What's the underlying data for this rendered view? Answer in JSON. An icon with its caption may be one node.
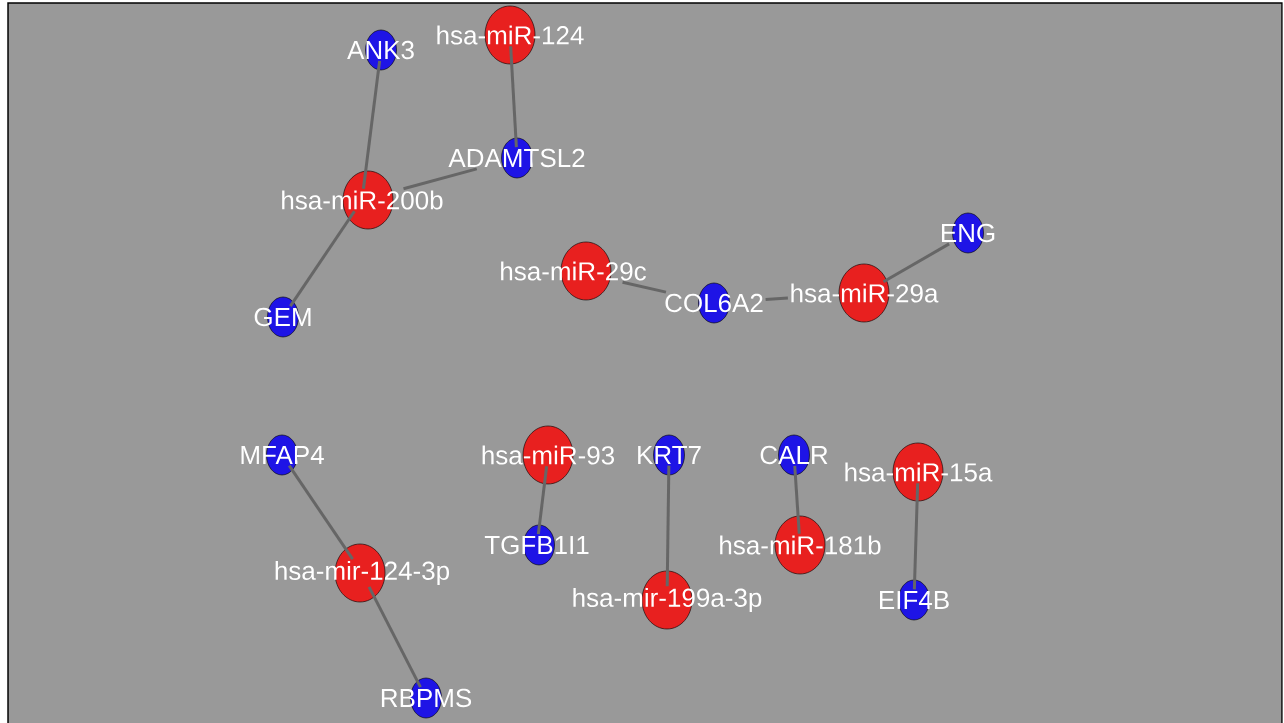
{
  "diagram": {
    "nodes": [
      {
        "text": [
          "hsa-miR-124"
        ]
      },
      {
        "text": [
          "ANK3"
        ]
      },
      {
        "text": [
          "ADAMTSL2"
        ]
      },
      {
        "text": [
          "hsa-miR-200b"
        ]
      },
      {
        "text": [
          "GEM"
        ]
      },
      {
        "text": [
          "ENG"
        ]
      },
      {
        "text": [
          "hsa-miR-29c"
        ]
      },
      {
        "text": [
          "COL6A2"
        ]
      },
      {
        "text": [
          "hsa-miR-29a"
        ]
      },
      {
        "text": [
          "MFAP4"
        ]
      },
      {
        "text": [
          "hsa-miR-93"
        ]
      },
      {
        "text": [
          "KRT7"
        ]
      },
      {
        "text": [
          "CALR"
        ]
      },
      {
        "text": [
          "hsa-miR-15a"
        ]
      },
      {
        "text": [
          "TGFB1I1"
        ]
      },
      {
        "text": [
          "hsa-miR-181b"
        ]
      },
      {
        "text": [
          "hsa-mir-124-3p"
        ]
      },
      {
        "text": [
          "hsa-mir-199a-3p"
        ]
      },
      {
        "text": [
          "EIF4B"
        ]
      },
      {
        "text": [
          "RBPMS"
        ]
      }
    ],
    "edges": [
      {
        "from": 0,
        "to": 2,
        "arrow": "none"
      },
      {
        "from": 1,
        "to": 3,
        "arrow": "none"
      },
      {
        "from": 2,
        "to": 3,
        "arrow": "none"
      },
      {
        "from": 3,
        "to": 4,
        "arrow": "none"
      },
      {
        "from": 6,
        "to": 7,
        "arrow": "none"
      },
      {
        "from": 7,
        "to": 8,
        "arrow": "none"
      },
      {
        "from": 8,
        "to": 5,
        "arrow": "none"
      },
      {
        "from": 9,
        "to": 16,
        "arrow": "none"
      },
      {
        "from": 16,
        "to": 19,
        "arrow": "none"
      },
      {
        "from": 10,
        "to": 14,
        "arrow": "none"
      },
      {
        "from": 11,
        "to": 17,
        "arrow": "none"
      },
      {
        "from": 12,
        "to": 15,
        "arrow": "none"
      },
      {
        "from": 13,
        "to": 18,
        "arrow": "none"
      }
    ]
  }
}
